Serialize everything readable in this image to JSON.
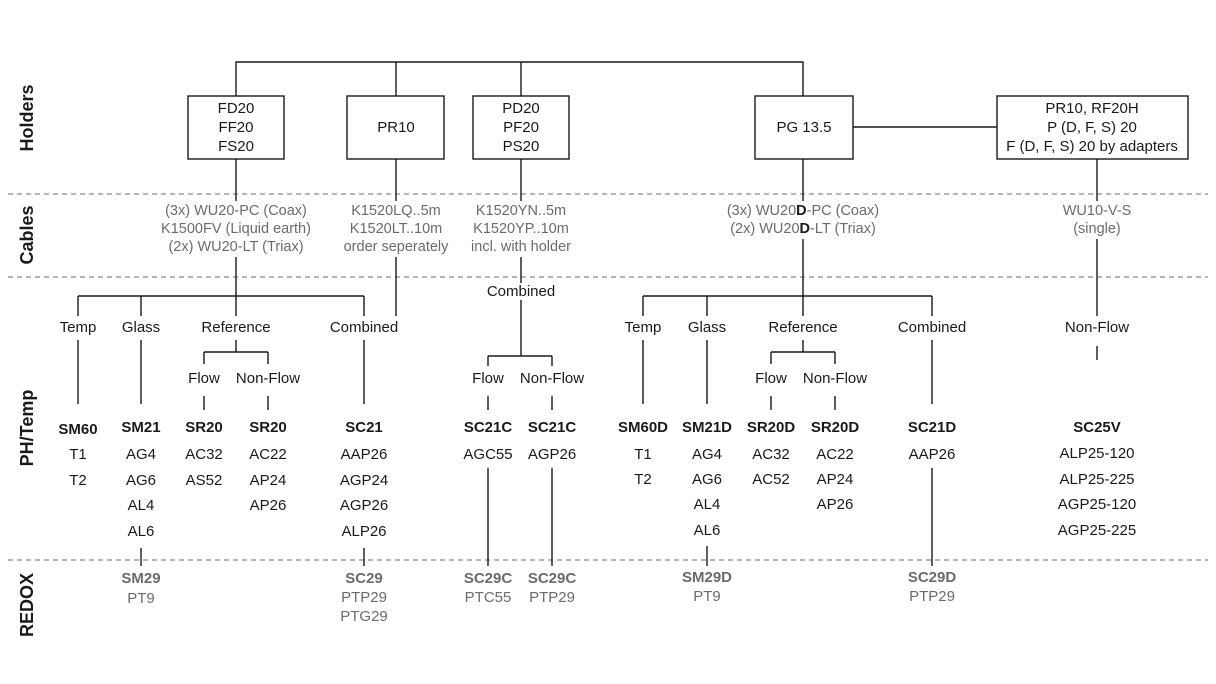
{
  "rows": {
    "holders": "Holders",
    "cables": "Cables",
    "phtemp": "PH/Temp",
    "redox": "REDOX"
  },
  "holders": {
    "fd": [
      "FD20",
      "FF20",
      "FS20"
    ],
    "pr10": "PR10",
    "pd": [
      "PD20",
      "PF20",
      "PS20"
    ],
    "pg": "PG 13.5",
    "adapters": [
      "PR10, RF20H",
      "P (D, F, S) 20",
      "F (D, F, S) 20 by adapters"
    ]
  },
  "cables": {
    "fd": [
      "(3x) WU20-PC (Coax)",
      "K1500FV (Liquid earth)",
      "(2x) WU20-LT (Triax)"
    ],
    "pr10": [
      "K1520LQ..5m",
      "K1520LT..10m",
      "order seperately"
    ],
    "pd": [
      "K1520YN..5m",
      "K1520YP..10m",
      "incl. with holder"
    ],
    "pg": [
      {
        "pre": "(3x) WU20",
        "bold": "D",
        "post": "-PC (Coax)"
      },
      {
        "pre": "(2x) WU20",
        "bold": "D",
        "post": "-LT (Triax)"
      }
    ],
    "adapters": [
      "WU10-V-S",
      "(single)"
    ]
  },
  "labels": {
    "temp": "Temp",
    "glass": "Glass",
    "reference": "Reference",
    "combined": "Combined",
    "flow": "Flow",
    "nonflow": "Non-Flow",
    "nonflow_hyphen": "Non-Flow"
  },
  "ph": {
    "left": [
      {
        "model": "SM60",
        "items": [
          "T1",
          "T2"
        ]
      },
      {
        "model": "SM21",
        "items": [
          "AG4",
          "AG6",
          "AL4",
          "AL6"
        ]
      },
      {
        "model": "SR20",
        "items": [
          "AC32",
          "AS52"
        ]
      },
      {
        "model": "SR20",
        "items": [
          "AC22",
          "AP24",
          "AP26"
        ]
      },
      {
        "model": "SC21",
        "items": [
          "AAP26",
          "AGP24",
          "AGP26",
          "ALP26"
        ]
      }
    ],
    "mid": [
      {
        "model": "SC21C",
        "items": [
          "AGC55"
        ]
      },
      {
        "model": "SC21C",
        "items": [
          "AGP26"
        ]
      }
    ],
    "right": [
      {
        "model": "SM60D",
        "items": [
          "T1",
          "T2"
        ]
      },
      {
        "model": "SM21D",
        "items": [
          "AG4",
          "AG6",
          "AL4",
          "AL6"
        ]
      },
      {
        "model": "SR20D",
        "items": [
          "AC32",
          "AC52"
        ]
      },
      {
        "model": "SR20D",
        "items": [
          "AC22",
          "AP24",
          "AP26"
        ]
      },
      {
        "model": "SC21D",
        "items": [
          "AAP26"
        ]
      }
    ],
    "far": {
      "model": "SC25V",
      "items": [
        "ALP25-120",
        "ALP25-225",
        "AGP25-120",
        "AGP25-225"
      ]
    }
  },
  "redox": [
    {
      "model": "SM29",
      "items": [
        "PT9"
      ]
    },
    {
      "model": "SC29",
      "items": [
        "PTP29",
        "PTG29"
      ]
    },
    {
      "model": "SC29C",
      "items": [
        "PTC55"
      ]
    },
    {
      "model": "SC29C",
      "items": [
        "PTP29"
      ]
    },
    {
      "model": "SM29D",
      "items": [
        "PT9"
      ]
    },
    {
      "model": "SC29D",
      "items": [
        "PTP29"
      ]
    }
  ]
}
